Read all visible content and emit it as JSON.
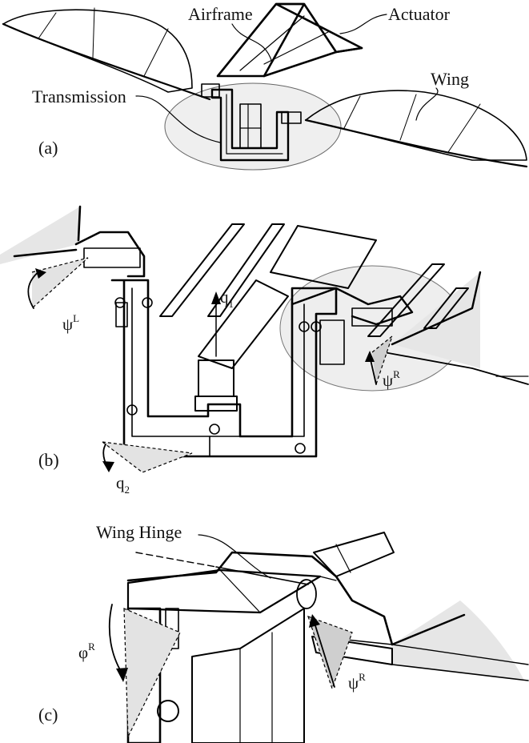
{
  "labels": {
    "airframe": "Airframe",
    "actuator": "Actuator",
    "wing": "Wing",
    "transmission": "Transmission",
    "panel_a": "(a)",
    "panel_b": "(b)",
    "panel_c": "(c)",
    "wing_hinge": "Wing Hinge"
  },
  "symbols": {
    "psi": "ψ",
    "phi": "φ",
    "q": "q",
    "sup_L": "L",
    "sup_R": "R",
    "sub_1": "1",
    "sub_2": "2"
  },
  "colors": {
    "wing_fill": "#e6e6e6",
    "light_fill": "#ededed",
    "dark_fill": "#a9a9a9",
    "mid_fill": "#c8c8c8",
    "line": "#000000"
  }
}
